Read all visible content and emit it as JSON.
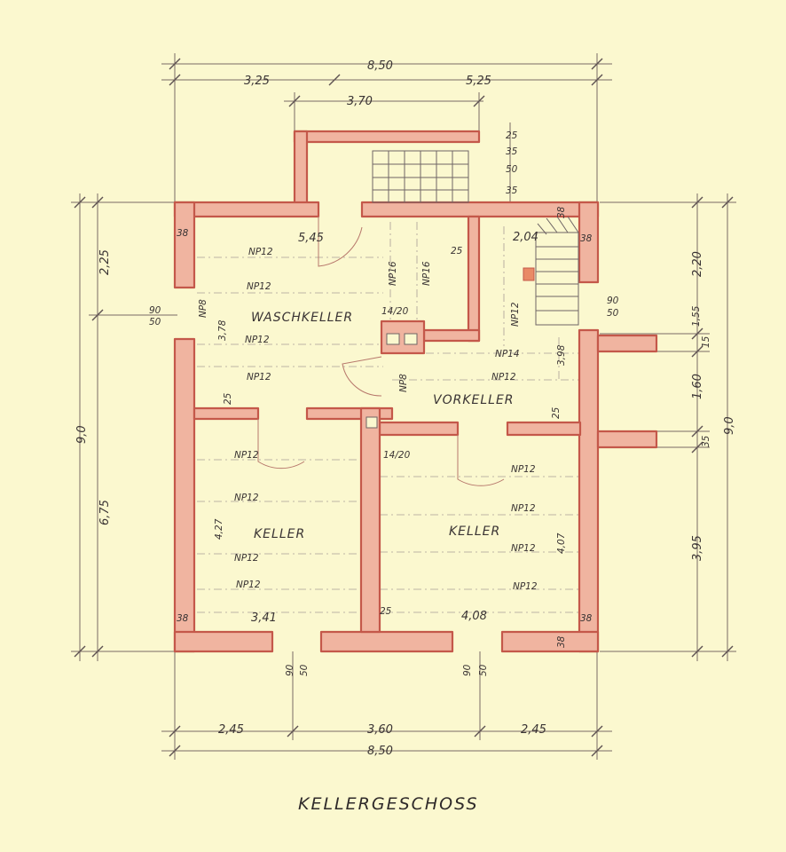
{
  "title": "KELLERGESCHOSS",
  "rooms": {
    "waschkeller": "WASCHKELLER",
    "vorkeller": "VORKELLER",
    "keller_left": "KELLER",
    "keller_right": "KELLER"
  },
  "dims_top": {
    "overall": "8,50",
    "left": "3,25",
    "right": "5,25",
    "entry": "3,70"
  },
  "dims_bottom": {
    "left": "2,45",
    "middle": "3,60",
    "right": "2,45",
    "overall": "8,50"
  },
  "dims_left": {
    "overall": "9,0",
    "upper": "2,25",
    "lower": "6,75",
    "window_a": "90",
    "window_b": "50"
  },
  "dims_right": {
    "overall": "9,0",
    "d1": "2,20",
    "d2": "1,55",
    "d3": "15",
    "d4": "1,60",
    "d5": "35",
    "d6": "3,95",
    "window_a": "90",
    "window_b": "50"
  },
  "stair_dims": [
    "25",
    "35",
    "50",
    "35"
  ],
  "bottom_windows": {
    "left_a": "90",
    "left_b": "50",
    "right_a": "90",
    "right_b": "50"
  },
  "inner_labels": {
    "waschkeller_width": "5,45",
    "waschkeller_depth": "3,78",
    "stair_width": "2,04",
    "wall_25_top": "25",
    "wall_38_tl": "38",
    "wall_38_tr1": "38",
    "wall_38_tr2": "38",
    "np16_a": "NP16",
    "np16_b": "NP16",
    "np8_a": "NP8",
    "np8_b": "NP8",
    "column_a": "14/20",
    "column_b": "14/20",
    "np12_v": "NP12",
    "np14": "NP14",
    "vorkeller_depth": "3,98",
    "wall_25_mid_left": "25",
    "wall_25_mid_right": "25",
    "keller_left_depth": "4,27",
    "keller_right_depth": "4,07",
    "keller_left_width": "3,41",
    "keller_right_width": "4,08",
    "wall_25_bottom": "25",
    "wall_38_bl": "38",
    "wall_38_br1": "38",
    "wall_38_br2": "38"
  },
  "beams": {
    "w1": "NP12",
    "w2": "NP12",
    "w3": "NP12",
    "w4": "NP12",
    "v1": "NP12",
    "kl1": "NP12",
    "kl2": "NP12",
    "kl3": "NP12",
    "kl4": "NP12",
    "kr1": "NP12",
    "kr2": "NP12",
    "kr3": "NP12",
    "kr4": "NP12"
  }
}
